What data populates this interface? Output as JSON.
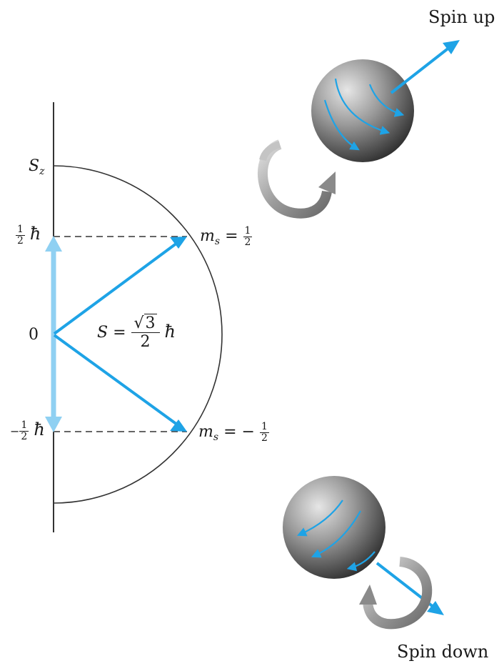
{
  "axis": {
    "label": "S",
    "label_sub": "z",
    "zero_label": "0"
  },
  "levels": {
    "up": {
      "sign": "",
      "num": "1",
      "den": "2",
      "unit": "ħ"
    },
    "down": {
      "sign": "−",
      "num": "1",
      "den": "2",
      "unit": "ħ"
    }
  },
  "quantum_numbers": {
    "up": {
      "symbol": "m",
      "sub": "s",
      "eq": "=",
      "sign": "",
      "num": "1",
      "den": "2"
    },
    "down": {
      "symbol": "m",
      "sub": "s",
      "eq": "=",
      "sign": "−",
      "num": "1",
      "den": "2"
    }
  },
  "magnitude": {
    "symbol": "S",
    "eq": "=",
    "sqrt_arg": "3",
    "den": "2",
    "unit": "ħ"
  },
  "electrons": {
    "up_label": "Spin up",
    "down_label": "Spin down"
  },
  "colors": {
    "vector": "#1ea3e6",
    "vector_light": "#8fd0f2",
    "line": "#333333",
    "sphere_light": "#c8c8c8",
    "sphere_dark": "#3a3a3a",
    "arrow_ring": "#a9a9a9"
  }
}
